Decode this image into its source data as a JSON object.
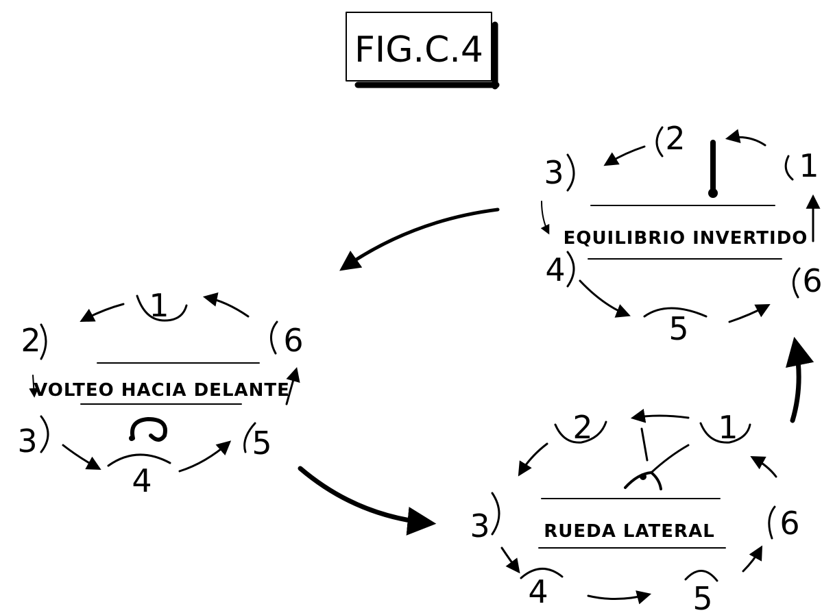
{
  "title": "FIG.C.4",
  "cycles": [
    {
      "label": "VOLTEO HACIA DELANTE",
      "positions": [
        "1",
        "2",
        "3",
        "4",
        "5",
        "6"
      ]
    },
    {
      "label": "EQUILIBRIO INVERTIDO",
      "positions": [
        "1",
        "2",
        "3",
        "4",
        "5",
        "6"
      ]
    },
    {
      "label": "RUEDA LATERAL",
      "positions": [
        "1",
        "2",
        "3",
        "4",
        "5",
        "6"
      ]
    }
  ]
}
